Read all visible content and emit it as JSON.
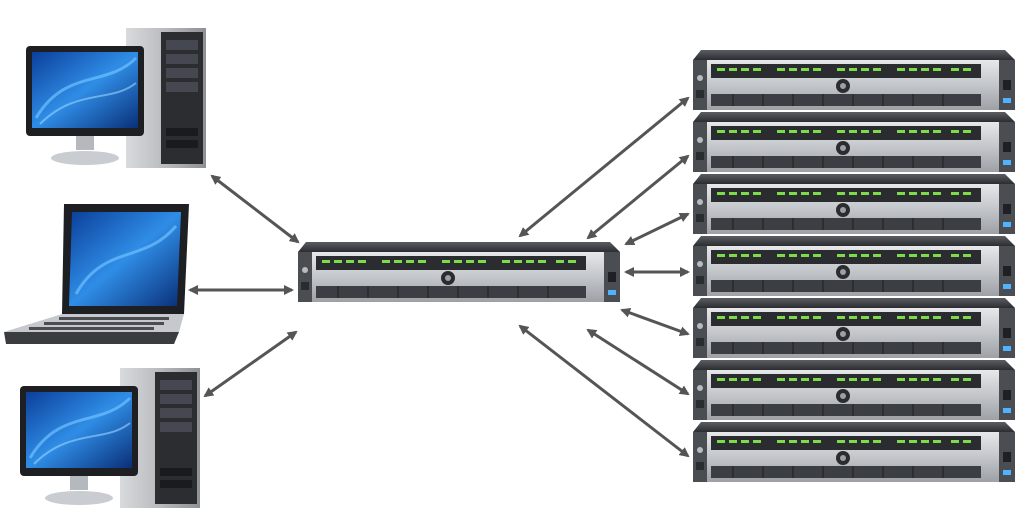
{
  "diagram": {
    "clients": [
      {
        "id": "client-desktop-top",
        "icon": "desktop-computer-icon"
      },
      {
        "id": "client-laptop",
        "icon": "laptop-icon"
      },
      {
        "id": "client-desktop-bottom",
        "icon": "desktop-computer-icon"
      }
    ],
    "central_server": {
      "icon": "rack-server-icon"
    },
    "server_stack": {
      "count": 7,
      "icon": "rack-server-icon"
    },
    "connections": {
      "style": "bidirectional-arrow",
      "color": "#555555"
    },
    "colors": {
      "screen_blue": "#1f6fd6",
      "screen_dark": "#0a3a8c",
      "server_silver": "#c8cbcf",
      "server_dark": "#2a2c30",
      "led_green": "#7ddc4a",
      "led_blue": "#4fb3ff",
      "arrow": "#555555"
    }
  }
}
